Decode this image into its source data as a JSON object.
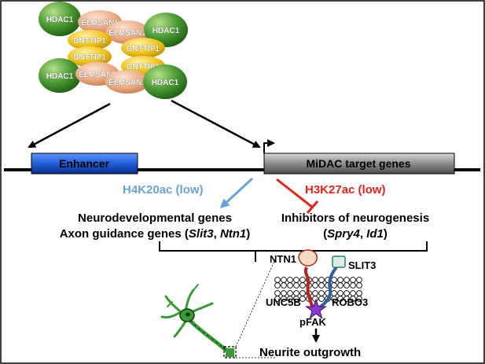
{
  "complex": {
    "hdac1_label": "HDAC1",
    "elmsan1_label": "ELMSAN1",
    "dnttip1_label": "DNTTIP1",
    "colors": {
      "hdac1": "#4a9a32",
      "elmsan1": "#ecab84",
      "dnttip1": "#f2c21a"
    }
  },
  "genome": {
    "enhancer_label": "Enhancer",
    "target_label": "MiDAC target genes",
    "colors": {
      "enhancer": "#1f5fd8",
      "target": "#8c8c8c"
    }
  },
  "marks": {
    "h4k20ac": {
      "label": "H4K20ac (low)",
      "color": "#6aa3d8"
    },
    "h3k27ac": {
      "label": "H3K27ac (low)",
      "color": "#e8221c"
    }
  },
  "left_outcome": {
    "line1": "Neurodevelopmental genes",
    "line2_prefix": "Axon guidance genes (",
    "gene_a": "Slit3",
    "separator": ", ",
    "gene_b": "Ntn1",
    "line2_suffix": ")"
  },
  "right_outcome": {
    "line1": "Inhibitors of neurogenesis",
    "paren_open": "(",
    "gene_a": "Spry4",
    "separator": ", ",
    "gene_b": "Id1",
    "paren_close": ")"
  },
  "pathway": {
    "ntn1": "NTN1",
    "slit3": "SLIT3",
    "unc5b": "UNC5B",
    "robo3": "ROBO3",
    "pfak": "pFAK",
    "outcome": "Neurite outgrowth"
  }
}
